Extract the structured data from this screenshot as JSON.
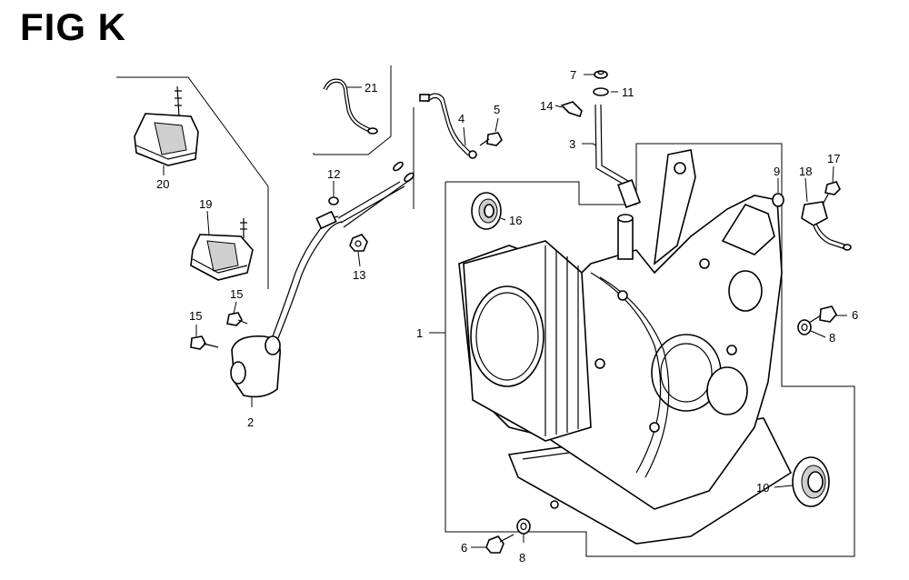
{
  "figure": {
    "title": "FIG K"
  },
  "labels": {
    "l1": "1",
    "l2": "2",
    "l3": "3",
    "l4": "4",
    "l5": "5",
    "l6a": "6",
    "l6b": "6",
    "l7": "7",
    "l8a": "8",
    "l8b": "8",
    "l9": "9",
    "l10": "10",
    "l11": "11",
    "l12": "12",
    "l13": "13",
    "l14": "14",
    "l15a": "15",
    "l15b": "15",
    "l16": "16",
    "l17": "17",
    "l18": "18",
    "l19": "19",
    "l20": "20",
    "l21": "21"
  }
}
